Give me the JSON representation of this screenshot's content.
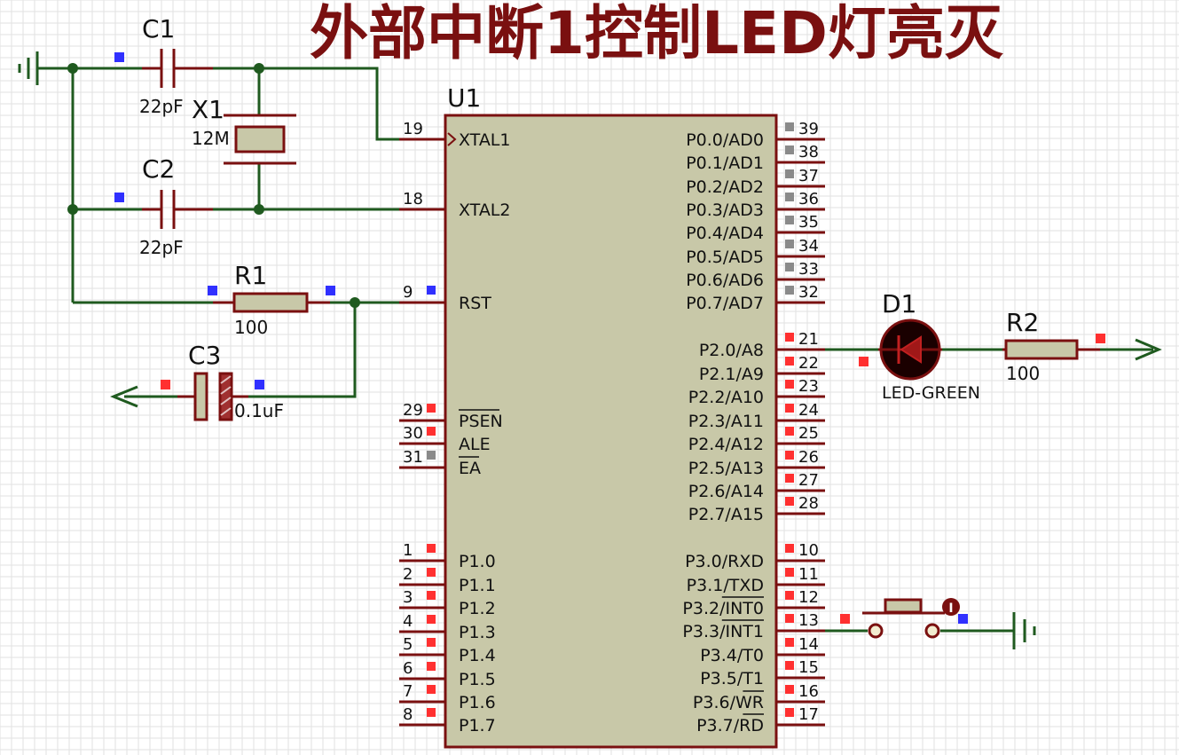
{
  "title": "外部中断1控制LED灯亮灭",
  "colors": {
    "component": "#7a1010",
    "chip_fill": "#c8c8a8",
    "wire": "#1f5a1f",
    "grid": "#e2e2e2",
    "marker_red": "#ff3030",
    "marker_blue": "#3030ff",
    "marker_gray": "#8a8a8a"
  },
  "components": {
    "c1": {
      "ref": "C1",
      "value": "22pF"
    },
    "c2": {
      "ref": "C2",
      "value": "22pF"
    },
    "c3": {
      "ref": "C3",
      "value": "0.1uF"
    },
    "x1": {
      "ref": "X1",
      "value": "12M"
    },
    "r1": {
      "ref": "R1",
      "value": "100"
    },
    "r2": {
      "ref": "R2",
      "value": "100"
    },
    "d1": {
      "ref": "D1",
      "value": "LED-GREEN"
    },
    "u1": {
      "ref": "U1"
    }
  },
  "u1_left_pins": [
    {
      "num": "19",
      "name": "XTAL1",
      "marker": "none"
    },
    {
      "num": "18",
      "name": "XTAL2",
      "marker": "none"
    },
    {
      "num": "9",
      "name": "RST",
      "marker": "blue"
    },
    {
      "num": "29",
      "name": "PSEN",
      "marker": "red",
      "overline": true
    },
    {
      "num": "30",
      "name": "ALE",
      "marker": "red"
    },
    {
      "num": "31",
      "name": "EA",
      "marker": "gray",
      "overline": true
    },
    {
      "num": "1",
      "name": "P1.0",
      "marker": "red"
    },
    {
      "num": "2",
      "name": "P1.1",
      "marker": "red"
    },
    {
      "num": "3",
      "name": "P1.2",
      "marker": "red"
    },
    {
      "num": "4",
      "name": "P1.3",
      "marker": "red"
    },
    {
      "num": "5",
      "name": "P1.4",
      "marker": "red"
    },
    {
      "num": "6",
      "name": "P1.5",
      "marker": "red"
    },
    {
      "num": "7",
      "name": "P1.6",
      "marker": "red"
    },
    {
      "num": "8",
      "name": "P1.7",
      "marker": "red"
    }
  ],
  "u1_right_pins": [
    {
      "num": "39",
      "name": "P0.0/AD0",
      "marker": "gray"
    },
    {
      "num": "38",
      "name": "P0.1/AD1",
      "marker": "gray"
    },
    {
      "num": "37",
      "name": "P0.2/AD2",
      "marker": "gray"
    },
    {
      "num": "36",
      "name": "P0.3/AD3",
      "marker": "gray"
    },
    {
      "num": "35",
      "name": "P0.4/AD4",
      "marker": "gray"
    },
    {
      "num": "34",
      "name": "P0.5/AD5",
      "marker": "gray"
    },
    {
      "num": "33",
      "name": "P0.6/AD6",
      "marker": "gray"
    },
    {
      "num": "32",
      "name": "P0.7/AD7",
      "marker": "gray"
    },
    {
      "num": "21",
      "name": "P2.0/A8",
      "marker": "red"
    },
    {
      "num": "22",
      "name": "P2.1/A9",
      "marker": "red"
    },
    {
      "num": "23",
      "name": "P2.2/A10",
      "marker": "red"
    },
    {
      "num": "24",
      "name": "P2.3/A11",
      "marker": "red"
    },
    {
      "num": "25",
      "name": "P2.4/A12",
      "marker": "red"
    },
    {
      "num": "26",
      "name": "P2.5/A13",
      "marker": "red"
    },
    {
      "num": "27",
      "name": "P2.6/A14",
      "marker": "red"
    },
    {
      "num": "28",
      "name": "P2.7/A15",
      "marker": "red"
    },
    {
      "num": "10",
      "name": "P3.0/RXD",
      "marker": "red"
    },
    {
      "num": "11",
      "name": "P3.1/TXD",
      "marker": "red"
    },
    {
      "num": "12",
      "name": "P3.2/INT0",
      "marker": "red"
    },
    {
      "num": "13",
      "name": "P3.3/INT1",
      "marker": "red"
    },
    {
      "num": "14",
      "name": "P3.4/T0",
      "marker": "red"
    },
    {
      "num": "15",
      "name": "P3.5/T1",
      "marker": "red"
    },
    {
      "num": "16",
      "name": "P3.6/WR",
      "marker": "red"
    },
    {
      "num": "17",
      "name": "P3.7/RD",
      "marker": "red"
    }
  ]
}
